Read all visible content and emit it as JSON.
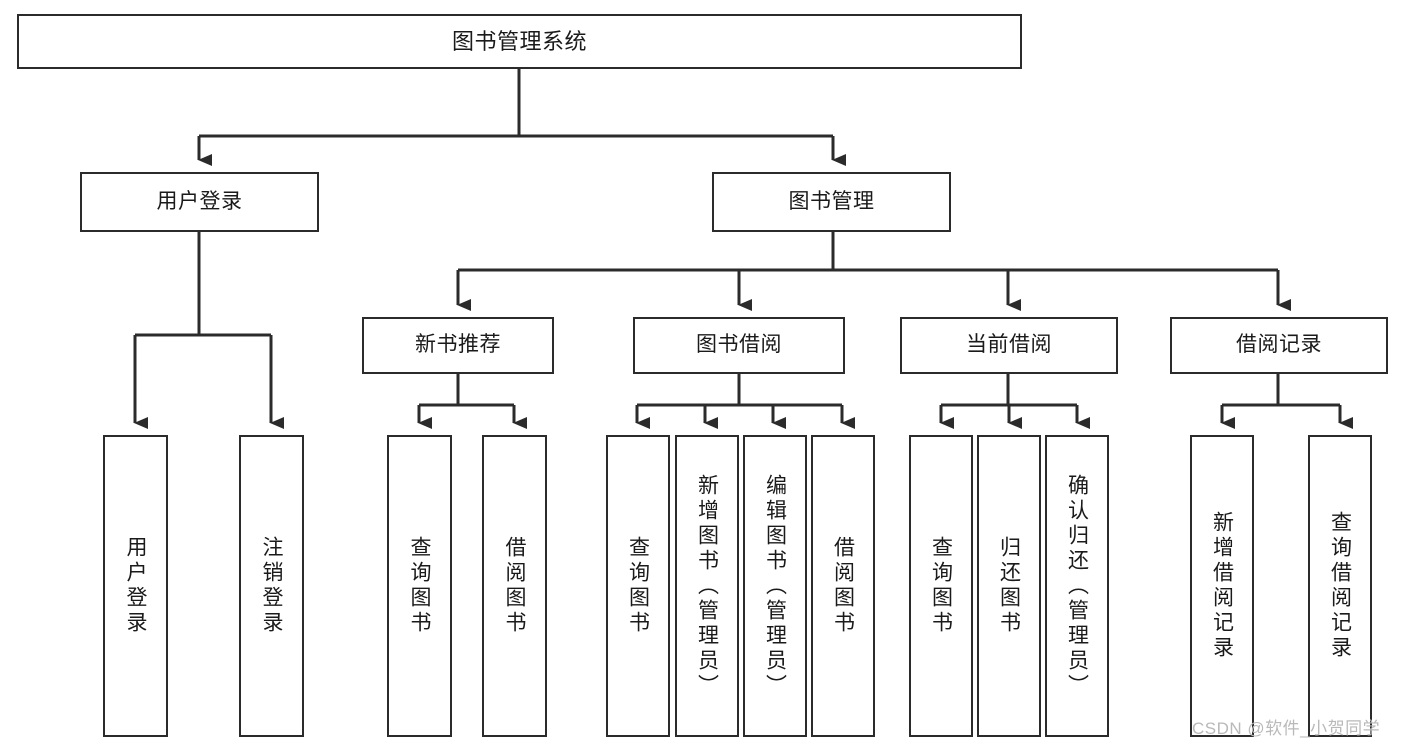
{
  "diagram": {
    "title": "图书管理系统",
    "type": "tree-hierarchy-diagram",
    "colors": {
      "box_border": "#2b2b2b",
      "box_fill": "#ffffff",
      "edge": "#2b2b2b",
      "text": "#1a1a1a",
      "watermark": "#b9b9b9",
      "background": "#ffffff"
    },
    "nodes": {
      "root": {
        "label": "图书管理系统"
      },
      "level1": [
        {
          "id": "user-login",
          "label": "用户登录"
        },
        {
          "id": "book-management",
          "label": "图书管理"
        }
      ],
      "level2": [
        {
          "id": "new-book-recommend",
          "label": "新书推荐"
        },
        {
          "id": "book-borrow",
          "label": "图书借阅"
        },
        {
          "id": "current-borrow",
          "label": "当前借阅"
        },
        {
          "id": "borrow-record",
          "label": "借阅记录"
        }
      ],
      "leaves": {
        "user-login": [
          {
            "id": "leaf-user-login",
            "label": "用户登录"
          },
          {
            "id": "leaf-logout-login",
            "label": "注销登录"
          }
        ],
        "new-book-recommend": [
          {
            "id": "leaf-query-book-1",
            "label": "查询图书"
          },
          {
            "id": "leaf-borrow-book-1",
            "label": "借阅图书"
          }
        ],
        "book-borrow": [
          {
            "id": "leaf-query-book-2",
            "label": "查询图书"
          },
          {
            "id": "leaf-add-book-admin",
            "label": "新增图书（管理员）"
          },
          {
            "id": "leaf-edit-book-admin",
            "label": "编辑图书（管理员）"
          },
          {
            "id": "leaf-borrow-book-2",
            "label": "借阅图书"
          }
        ],
        "current-borrow": [
          {
            "id": "leaf-query-book-3",
            "label": "查询图书"
          },
          {
            "id": "leaf-return-book",
            "label": "归还图书"
          },
          {
            "id": "leaf-confirm-return-admin",
            "label": "确认归还（管理员）"
          }
        ],
        "borrow-record": [
          {
            "id": "leaf-add-borrow-record",
            "label": "新增借阅记录"
          },
          {
            "id": "leaf-query-borrow-record",
            "label": "查询借阅记录"
          }
        ]
      }
    },
    "watermark": "CSDN @软件_小贺同学"
  }
}
